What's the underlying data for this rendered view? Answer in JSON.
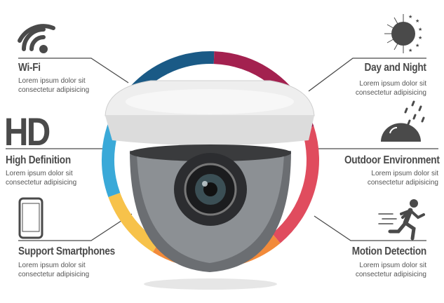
{
  "features": {
    "wifi": {
      "title": "Wi-Fi",
      "desc1": "Lorem ipsum dolor sit",
      "desc2": "consectetur adipisicing"
    },
    "hd": {
      "icon_text": "HD",
      "title": "High Definition",
      "desc1": "Lorem ipsum dolor sit",
      "desc2": "consectetur adipisicing"
    },
    "smartphones": {
      "title": "Support Smartphones",
      "desc1": "Lorem ipsum dolor sit",
      "desc2": "consectetur adipisicing"
    },
    "daynight": {
      "title": "Day and Night",
      "desc1": "Lorem ipsum dolor sit",
      "desc2": "consectetur adipisicing"
    },
    "outdoor": {
      "title": "Outdoor Environment",
      "desc1": "Lorem ipsum dolor sit",
      "desc2": "consectetur adipisicing"
    },
    "motion": {
      "title": "Motion Detection",
      "desc1": "Lorem ipsum dolor sit",
      "desc2": "consectetur adipisicing"
    }
  },
  "ring_colors": [
    "#1a5a86",
    "#a3214f",
    "#e04c5e",
    "#f28a3a",
    "#f7c24a",
    "#3aa9d8"
  ],
  "icon_color": "#4a4a4a"
}
